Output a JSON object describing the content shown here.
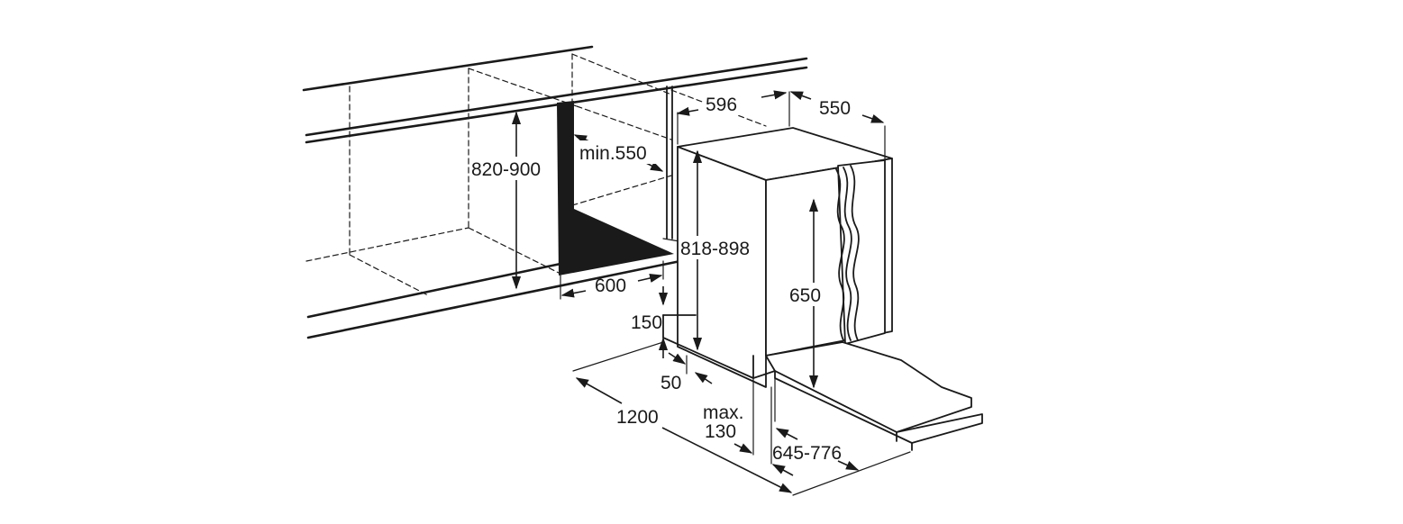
{
  "dimensions": {
    "width_596": "596",
    "depth_550": "550",
    "min_550": "min.550",
    "niche_height": "820-900",
    "appliance_height": "818-898",
    "niche_width": "600",
    "door_height": "650",
    "plinth_150": "150",
    "plinth_50": "50",
    "length_1200": "1200",
    "max_label": "max.",
    "max_value": "130",
    "plinth_range": "645-776"
  }
}
